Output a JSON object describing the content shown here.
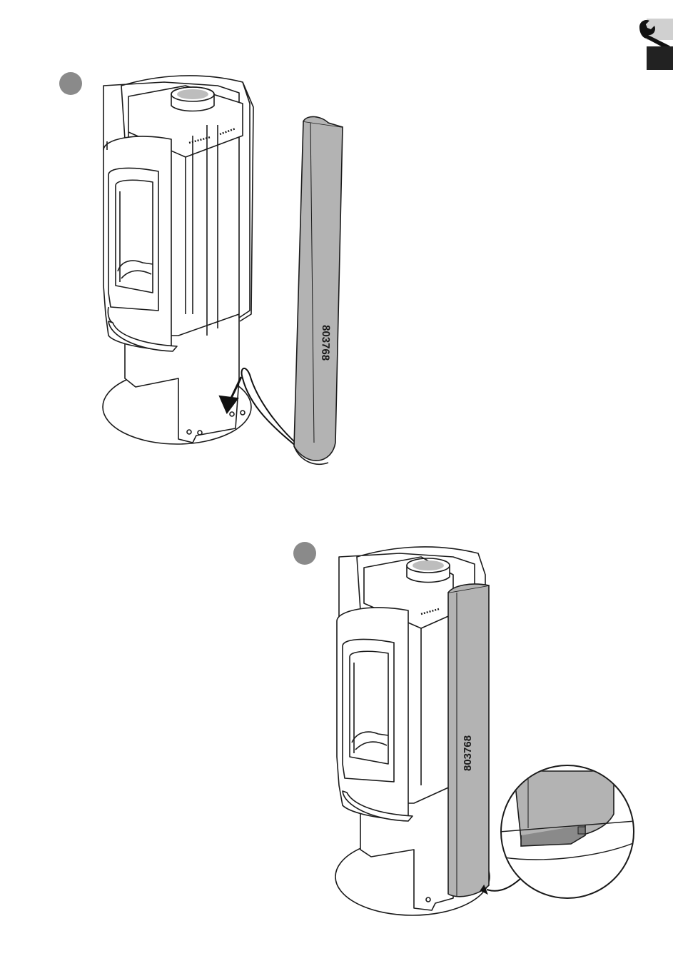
{
  "page": {
    "section_icon": "wrench-icon",
    "colors": {
      "line": "#1a1a1a",
      "panel_fill": "#b3b3b3",
      "step_badge": "#8a8a8a",
      "tab_dark": "#222222",
      "tab_light": "#d0d0d0"
    }
  },
  "steps": [
    {
      "id": "step-1",
      "panel_part_number": "803768"
    },
    {
      "id": "step-2",
      "panel_part_number": "803768"
    }
  ]
}
